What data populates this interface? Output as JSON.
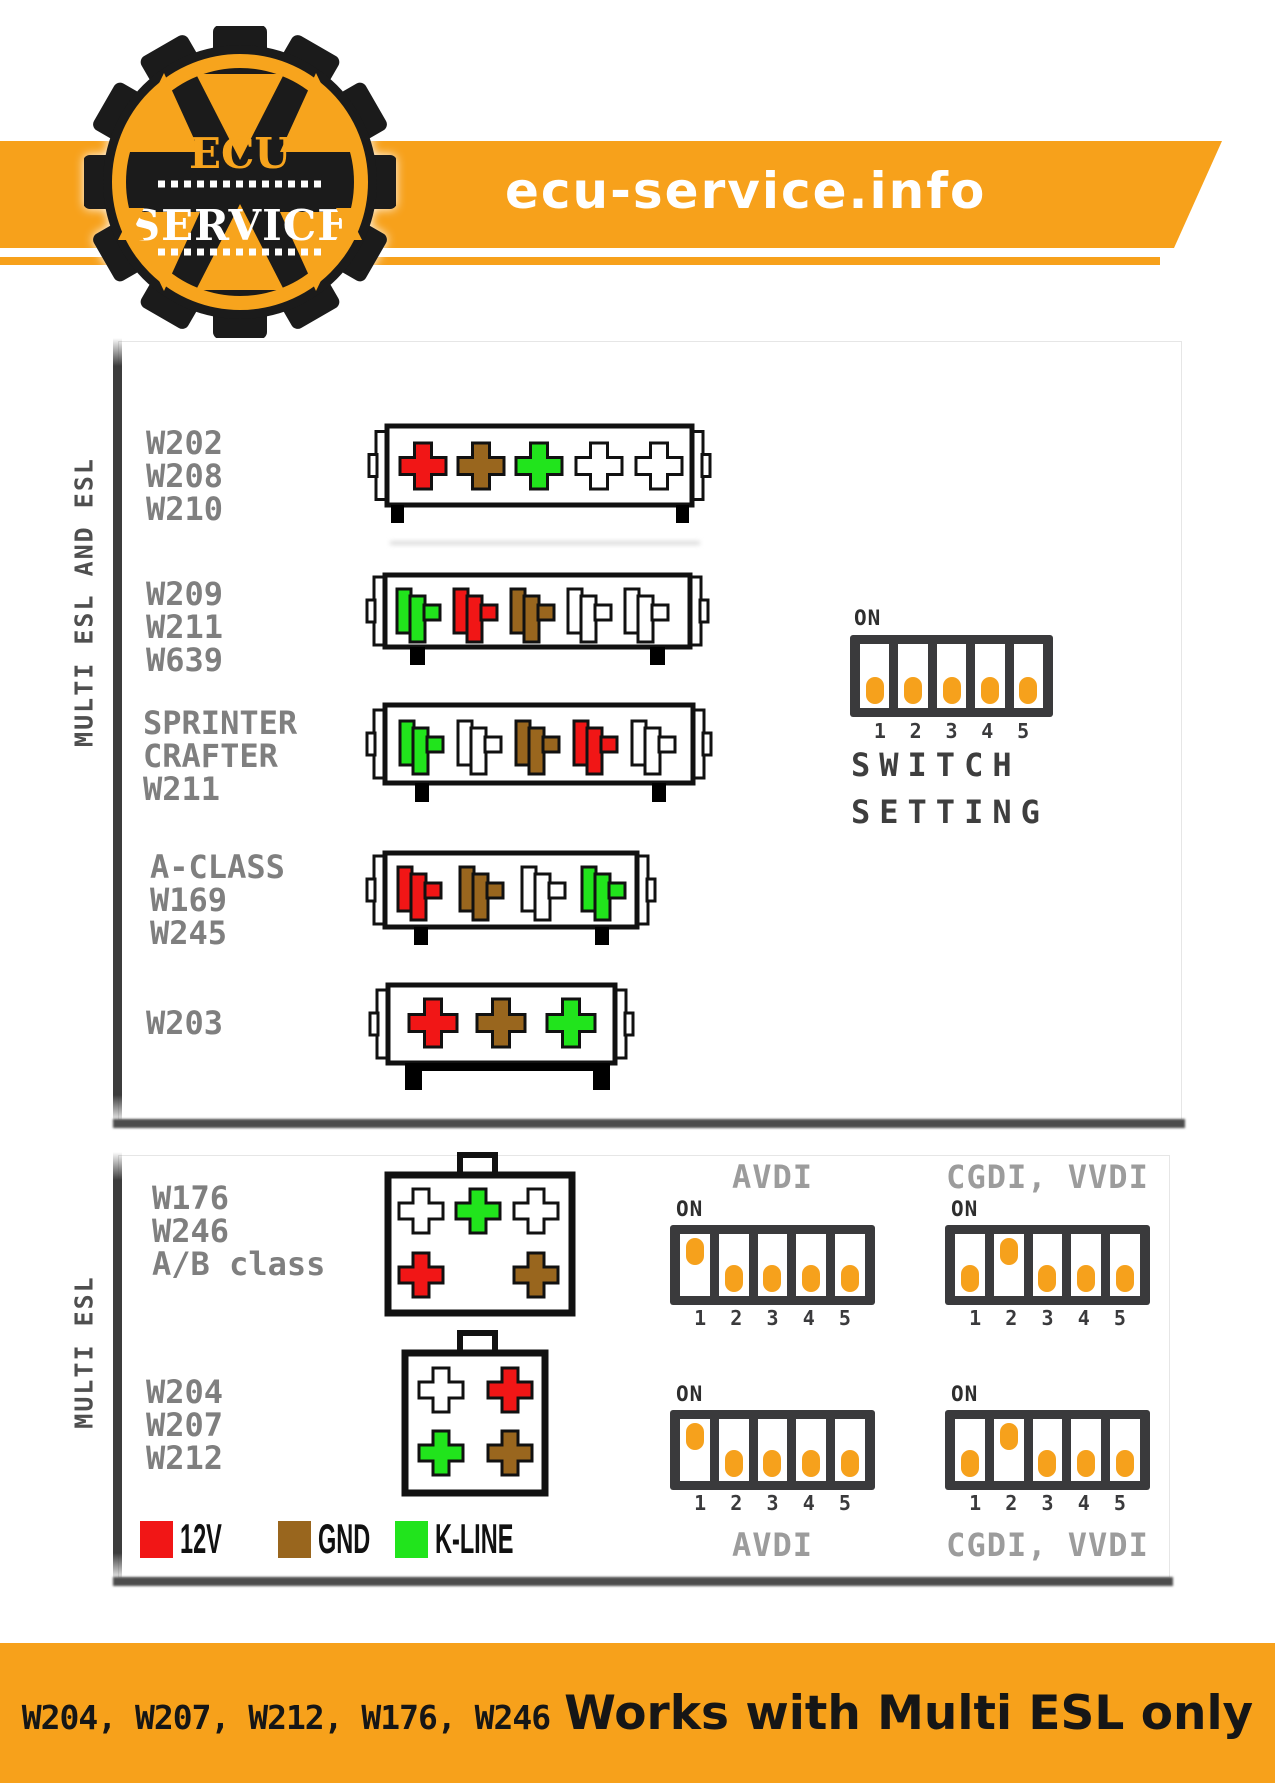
{
  "colors": {
    "orange": "#F7A11B",
    "red": "#F11616",
    "green": "#21E41C",
    "brown": "#99661E",
    "white": "#FFFFFF",
    "dark": "#3A3A3C",
    "label_gray": "#7F7F7F",
    "title_gray": "#9C9C9C"
  },
  "header": {
    "site": "ecu-service.info",
    "logo_top": "ECU",
    "logo_bottom": "SERVICE"
  },
  "esl_and_multi": {
    "side_label": "MULTI ESL AND ESL",
    "rows": [
      {
        "labels": [
          "W202",
          "W208",
          "W210"
        ],
        "pin_style": "cross",
        "pins": [
          "red",
          "brown",
          "green",
          "white",
          "white"
        ]
      },
      {
        "labels": [
          "W209",
          "W211",
          "W639"
        ],
        "pin_style": "key",
        "pins": [
          "green",
          "red",
          "brown",
          "white",
          "white"
        ]
      },
      {
        "labels": [
          "SPRINTER",
          "CRAFTER",
          "W211"
        ],
        "pin_style": "key",
        "pins": [
          "green",
          "white",
          "brown",
          "red",
          "white"
        ]
      },
      {
        "labels": [
          "A-CLASS",
          "W169",
          "W245"
        ],
        "pin_style": "key",
        "pins": [
          "red",
          "brown",
          "white",
          "green"
        ]
      },
      {
        "labels": [
          "W203"
        ],
        "pin_style": "cross",
        "pins": [
          "red",
          "brown",
          "green"
        ]
      }
    ],
    "main_switch": {
      "on_label": "ON",
      "numbers": [
        "1",
        "2",
        "3",
        "4",
        "5"
      ],
      "states": [
        "down",
        "down",
        "down",
        "down",
        "down"
      ],
      "title_lines": [
        "SWITCH",
        "SETTING"
      ]
    }
  },
  "multi_esl": {
    "side_label": "MULTI ESL",
    "connectors": [
      {
        "labels": [
          "W176",
          "W246",
          "A/B class"
        ],
        "pins": [
          {
            "color": "white",
            "col": 0,
            "row": 0
          },
          {
            "color": "green",
            "col": 1,
            "row": 0
          },
          {
            "color": "white",
            "col": 2,
            "row": 0
          },
          {
            "color": "red",
            "col": 0,
            "row": 1
          },
          {
            "color": "brown",
            "col": 2,
            "row": 1
          }
        ]
      },
      {
        "labels": [
          "W204",
          "W207",
          "W212"
        ],
        "pins": [
          {
            "color": "white",
            "col": 0,
            "row": 0
          },
          {
            "color": "red",
            "col": 1,
            "row": 0
          },
          {
            "color": "green",
            "col": 0,
            "row": 1
          },
          {
            "color": "brown",
            "col": 1,
            "row": 1
          }
        ]
      }
    ],
    "dip_switches": [
      {
        "title": "AVDI",
        "title_pos": "top",
        "on_label": "ON",
        "numbers": [
          "1",
          "2",
          "3",
          "4",
          "5"
        ],
        "states": [
          "up",
          "down",
          "down",
          "down",
          "down"
        ]
      },
      {
        "title": "CGDI, VVDI",
        "title_pos": "top",
        "on_label": "ON",
        "numbers": [
          "1",
          "2",
          "3",
          "4",
          "5"
        ],
        "states": [
          "down",
          "up",
          "down",
          "down",
          "down"
        ]
      },
      {
        "title": "AVDI",
        "title_pos": "bottom",
        "on_label": "ON",
        "numbers": [
          "1",
          "2",
          "3",
          "4",
          "5"
        ],
        "states": [
          "up",
          "down",
          "down",
          "down",
          "down"
        ]
      },
      {
        "title": "CGDI, VVDI",
        "title_pos": "bottom",
        "on_label": "ON",
        "numbers": [
          "1",
          "2",
          "3",
          "4",
          "5"
        ],
        "states": [
          "down",
          "up",
          "down",
          "down",
          "down"
        ]
      }
    ],
    "legend": [
      {
        "label": "12V",
        "color": "red"
      },
      {
        "label": "GND",
        "color": "brown"
      },
      {
        "label": "K-LINE",
        "color": "green"
      }
    ]
  },
  "footer": {
    "models": "W204, W207, W212, W176, W246",
    "message": "Works with Multi ESL only"
  }
}
